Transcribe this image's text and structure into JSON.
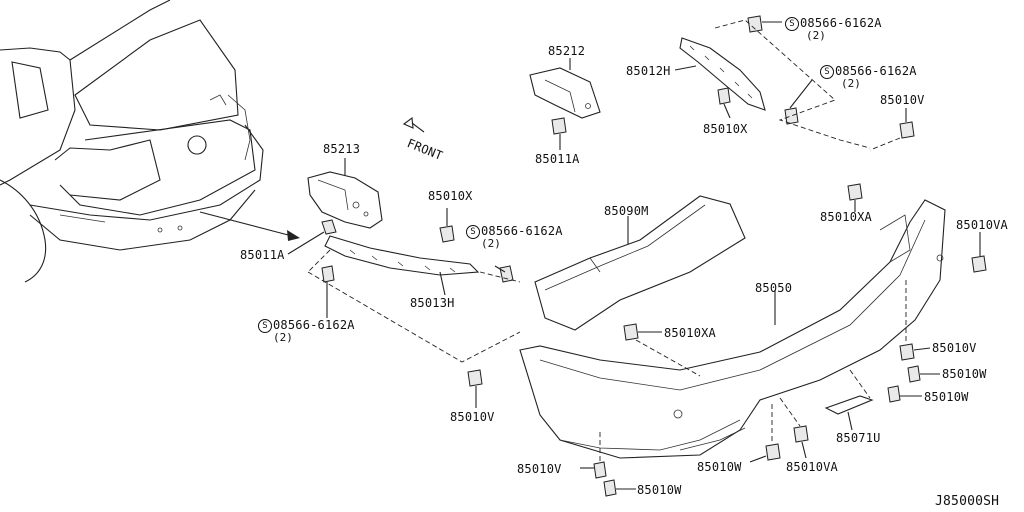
{
  "diagram": {
    "direction_label": "FRONT",
    "catalog_code": "J85000SH"
  },
  "callouts": {
    "p85213": "85213",
    "p85011a_left": "85011A",
    "p85010x_left": "85010X",
    "screw_left_mid": "08566-6162A",
    "screw_left_mid_qty": "(2)",
    "p85013h": "85013H",
    "screw_left_low": "08566-6162A",
    "screw_left_low_qty": "(2)",
    "p85010v_left": "85010V",
    "p85212": "85212",
    "p85011a_right": "85011A",
    "p85090m": "85090M",
    "p85010xa_center": "85010XA",
    "p85050": "85050",
    "p85012h": "85012H",
    "p85010x_right": "85010X",
    "screw_right_top": "08566-6162A",
    "screw_right_top_qty": "(2)",
    "screw_right_mid": "08566-6162A",
    "screw_right_mid_qty": "(2)",
    "p85010v_upper_right": "85010V",
    "p85010xa_right": "85010XA",
    "p85010va_right": "85010VA",
    "p85010v_right": "85010V",
    "p85010w_right_a": "85010W",
    "p85010w_right_b": "85010W",
    "p85071u": "85071U",
    "p85010v_bottom": "85010V",
    "p85010w_bottom": "85010W",
    "p85010w_center": "85010W",
    "p85010va_center": "85010VA"
  },
  "icons": {
    "screw_symbol": "S"
  }
}
